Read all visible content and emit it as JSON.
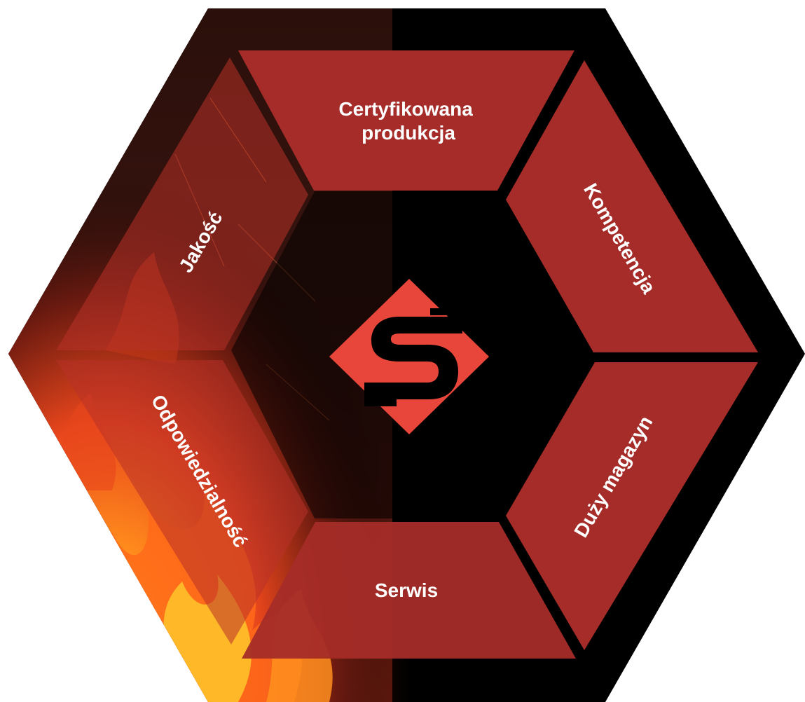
{
  "diagram": {
    "segments": [
      {
        "id": "top",
        "label_lines": [
          "Certyfikowana",
          "produkcja"
        ]
      },
      {
        "id": "upper-right",
        "label_lines": [
          "Kompetencja"
        ]
      },
      {
        "id": "lower-right",
        "label_lines": [
          "Duży magazyn"
        ]
      },
      {
        "id": "bottom",
        "label_lines": [
          "Serwis"
        ]
      },
      {
        "id": "lower-left",
        "label_lines": [
          "Odpowiedzialność"
        ]
      },
      {
        "id": "upper-left",
        "label_lines": [
          "Jakość"
        ]
      }
    ],
    "logo": {
      "letter": "S",
      "icon": "s-logo-icon"
    }
  },
  "colors": {
    "hexagon": "#000000",
    "segment": "#a52c28",
    "logo": "#e8463a",
    "label": "#ffffff"
  }
}
